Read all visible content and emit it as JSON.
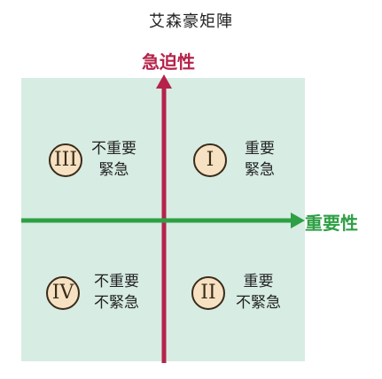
{
  "title": "艾森豪矩陣",
  "axes": {
    "vertical": {
      "label": "急迫性",
      "color": "#b5234a"
    },
    "horizontal": {
      "label": "重要性",
      "color": "#2f9f45"
    }
  },
  "quadrants": {
    "top_left": {
      "numeral": "III",
      "line1": "不重要",
      "line2": "緊急"
    },
    "top_right": {
      "numeral": "I",
      "line1": "重要",
      "line2": "緊急"
    },
    "bottom_left": {
      "numeral": "IV",
      "line1": "不重要",
      "line2": "不緊急"
    },
    "bottom_right": {
      "numeral": "II",
      "line1": "重要",
      "line2": "不緊急"
    }
  },
  "colors": {
    "background": "#d7ece3",
    "numeral_fill": "#f6e2c2"
  }
}
